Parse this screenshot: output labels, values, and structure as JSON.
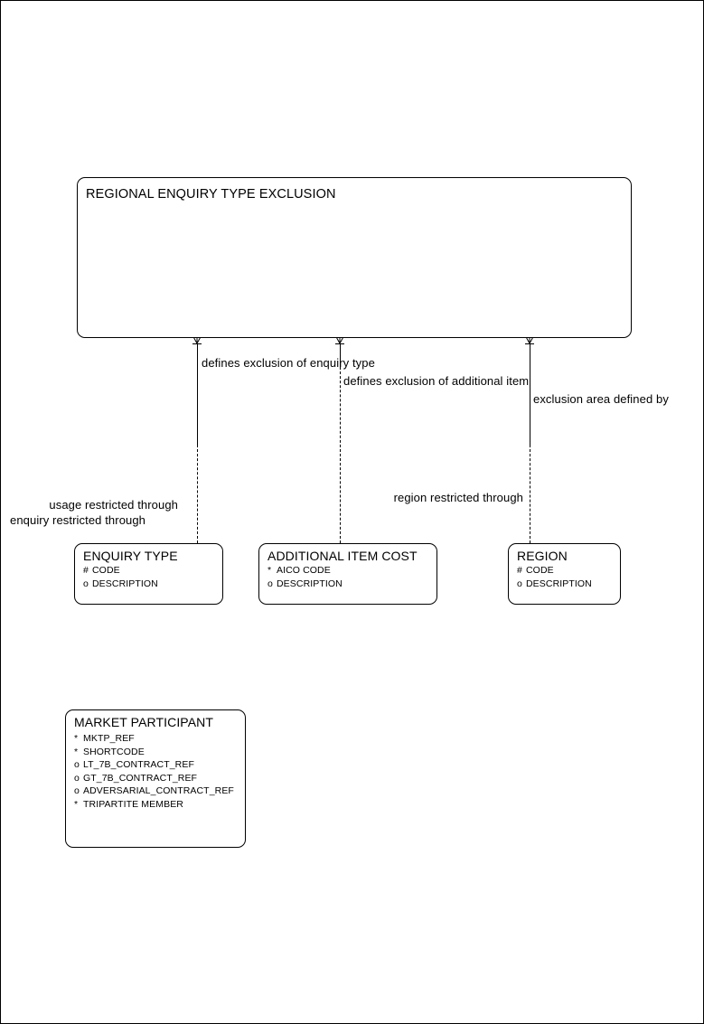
{
  "diagram": {
    "type": "entity-relationship-diagram",
    "notation": "barker",
    "background_color": "#ffffff",
    "line_color": "#000000",
    "page_border": true
  },
  "entities": [
    {
      "id": "regional-enquiry-type-exclusion",
      "name": "REGIONAL ENQUIRY TYPE EXCLUSION",
      "attributes": []
    },
    {
      "id": "enquiry-type",
      "name": "ENQUIRY TYPE",
      "attributes": [
        {
          "marker": "#",
          "name": "CODE"
        },
        {
          "marker": "o",
          "name": "DESCRIPTION"
        }
      ]
    },
    {
      "id": "additional-item-cost",
      "name": "ADDITIONAL ITEM COST",
      "attributes": [
        {
          "marker": "*",
          "name": "AICO CODE"
        },
        {
          "marker": "o",
          "name": "DESCRIPTION"
        }
      ]
    },
    {
      "id": "region",
      "name": "REGION",
      "attributes": [
        {
          "marker": "#",
          "name": "CODE"
        },
        {
          "marker": "o",
          "name": "DESCRIPTION"
        }
      ]
    },
    {
      "id": "market-participant",
      "name": "MARKET PARTICIPANT",
      "attributes": [
        {
          "marker": "*",
          "name": "MKTP_REF"
        },
        {
          "marker": "*",
          "name": "SHORTCODE"
        },
        {
          "marker": "o",
          "name": "LT_7B_CONTRACT_REF"
        },
        {
          "marker": "o",
          "name": "GT_7B_CONTRACT_REF"
        },
        {
          "marker": "o",
          "name": "ADVERSARIAL_CONTRACT_REF"
        },
        {
          "marker": "*",
          "name": "TRIPARTITE MEMBER"
        }
      ]
    }
  ],
  "relationships": [
    {
      "id": "rel-enquiry-type",
      "from": "regional-enquiry-type-exclusion",
      "to": "enquiry-type",
      "label_from": "defines exclusion of enquiry type",
      "label_to_upper": "usage restricted through",
      "label_to_lower": "enquiry restricted through"
    },
    {
      "id": "rel-additional-item-cost",
      "from": "regional-enquiry-type-exclusion",
      "to": "additional-item-cost",
      "label_from": "defines exclusion of additional item",
      "label_to_upper": "region restricted through"
    },
    {
      "id": "rel-region",
      "from": "regional-enquiry-type-exclusion",
      "to": "region",
      "label_from": "exclusion area defined by"
    }
  ],
  "labels": {
    "defines_exclusion_of_enquiry_type": "defines exclusion of enquiry type",
    "defines_exclusion_of_additional_item": "defines exclusion of additional item",
    "exclusion_area_defined_by": "exclusion area defined by",
    "usage_restricted_through": "usage restricted through",
    "region_restricted_through": "region restricted through",
    "enquiry_restricted_through": "enquiry restricted through"
  }
}
